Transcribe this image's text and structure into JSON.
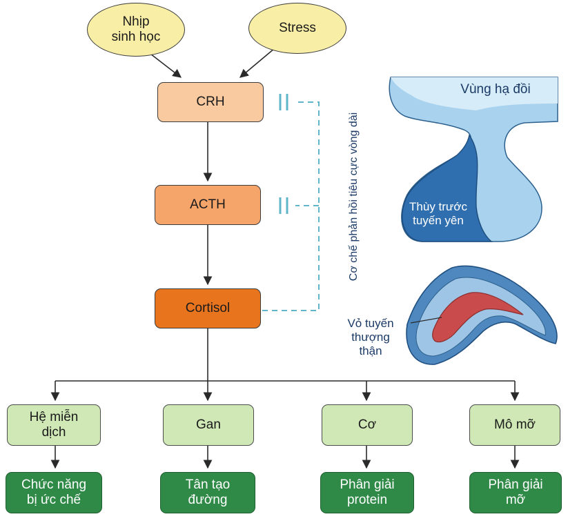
{
  "inputs": {
    "circadian": "Nhịp\nsinh học",
    "stress": "Stress"
  },
  "hormones": {
    "crh": "CRH",
    "acth": "ACTH",
    "cortisol": "Cortisol"
  },
  "feedback_label": "Cơ chế phản hồi tiêu cực vòng dài",
  "anatomy": {
    "hypothalamus": "Vùng hạ đồi",
    "anterior_pituitary": "Thùy trước\ntuyến yên",
    "adrenal_cortex": "Vỏ tuyến\nthượng\nthận"
  },
  "targets": [
    {
      "organ": "Hệ miễn\ndịch",
      "effect": "Chức năng\nbị ức chế"
    },
    {
      "organ": "Gan",
      "effect": "Tân tạo\nđường"
    },
    {
      "organ": "Cơ",
      "effect": "Phân giải\nprotein"
    },
    {
      "organ": "Mô mỡ",
      "effect": "Phân giải\nmỡ"
    }
  ],
  "colors": {
    "oval": "#f8eea6",
    "crh": "#f9c9a0",
    "acth": "#f5a46a",
    "cortisol": "#e8741e",
    "target": "#cfe8b5",
    "effect": "#2f8a47",
    "feedback": "#5fb6c9"
  }
}
